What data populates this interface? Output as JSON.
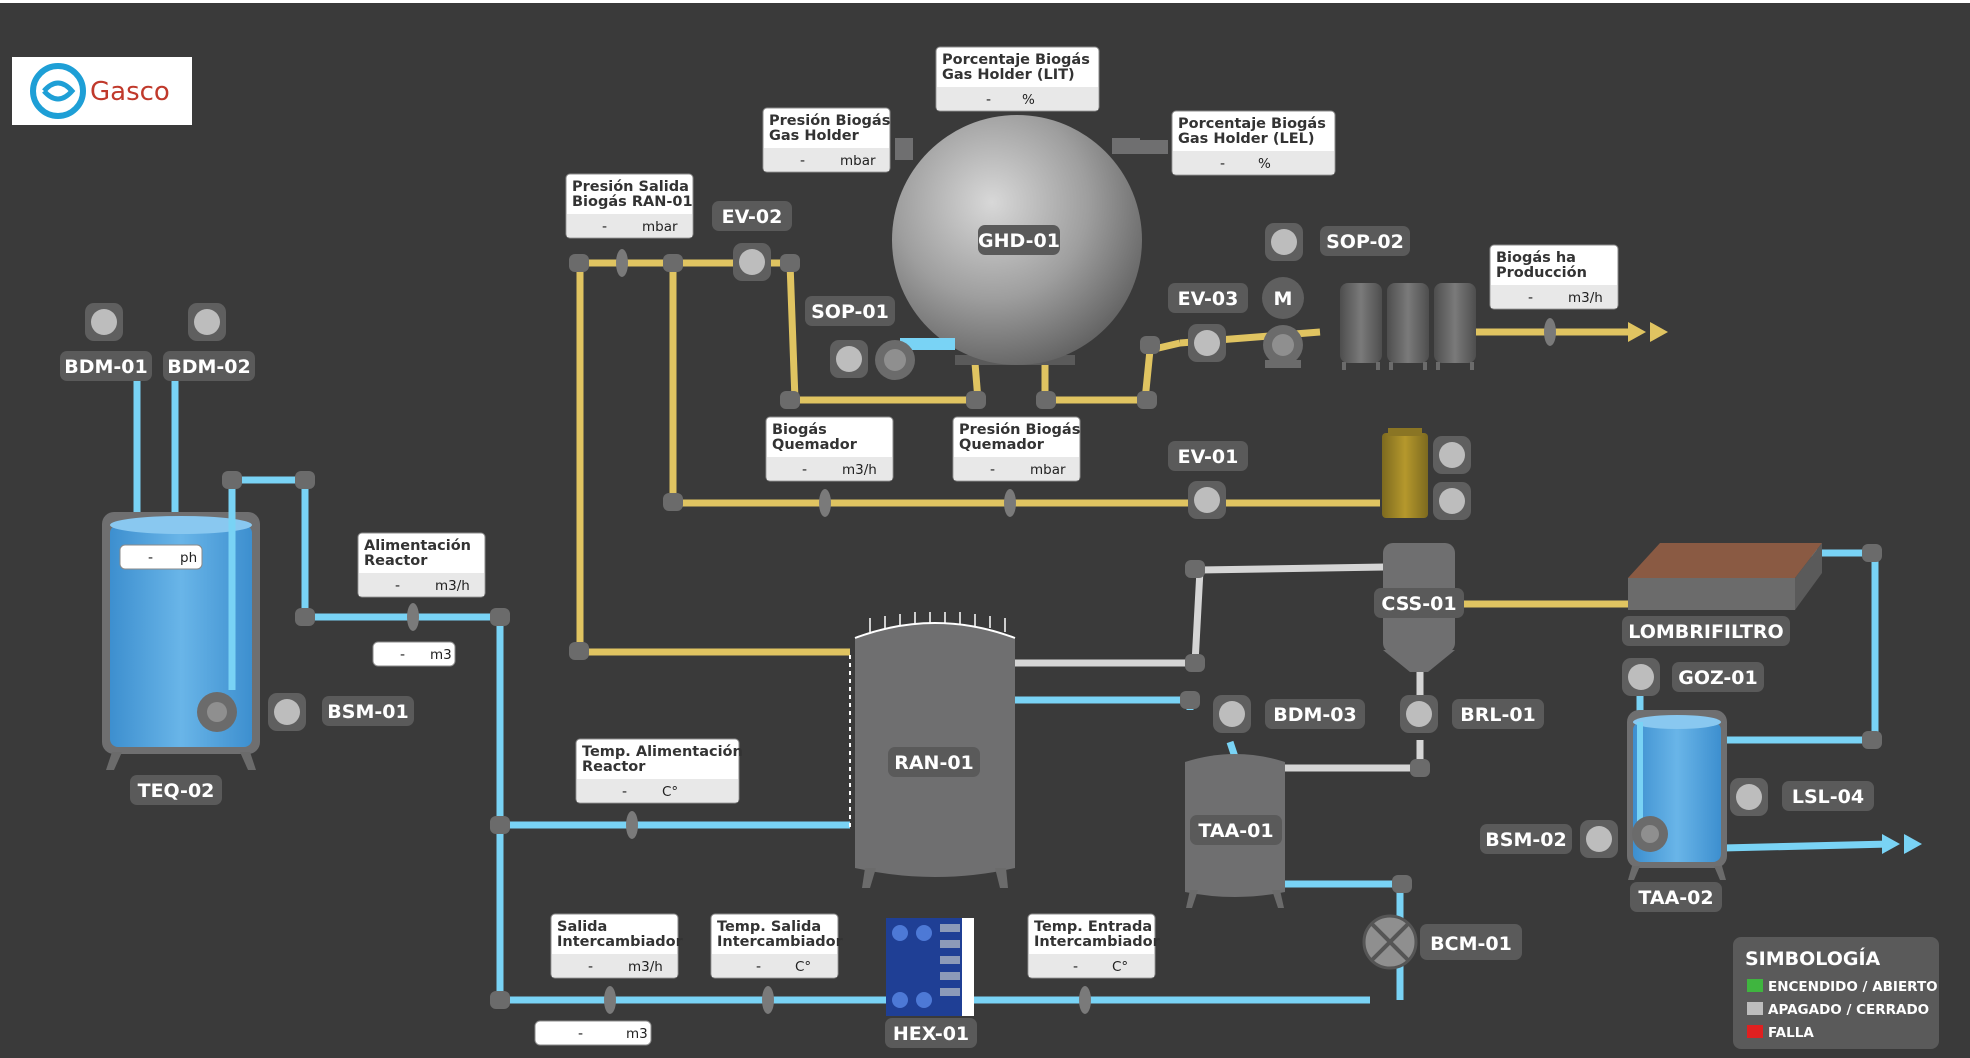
{
  "brand": {
    "name": "Gasco",
    "logo_icon": "gasco-swirl-icon",
    "color": "#1e9fd6"
  },
  "colors": {
    "background": "#3a3a3a",
    "water": "#79d3f5",
    "biogas": "#e0c461",
    "sludge": "#d5d5d5",
    "equipment": "#6b6b6b",
    "on": "#3fb53f",
    "off": "#bdbdbd",
    "fault": "#e02020"
  },
  "tags": {
    "ghd01": "GHD-01",
    "ev02": "EV-02",
    "sop01": "SOP-01",
    "ev03": "EV-03",
    "sop02": "SOP-02",
    "motor": "M",
    "ev01": "EV-01",
    "bdm01": "BDM-01",
    "bdm02": "BDM-02",
    "teq02": "TEQ-02",
    "bsm01": "BSM-01",
    "ran01": "RAN-01",
    "css01": "CSS-01",
    "lombrifiltro": "LOMBRIFILTRO",
    "goz01": "GOZ-01",
    "bdm03": "BDM-03",
    "brl01": "BRL-01",
    "taa01": "TAA-01",
    "lsl04": "LSL-04",
    "bsm02": "BSM-02",
    "taa02": "TAA-02",
    "bcm01": "BCM-01",
    "hex01": "HEX-01"
  },
  "readouts": {
    "porc_lit": {
      "title1": "Porcentaje Biogás",
      "title2": "Gas Holder (LIT)",
      "value": "-",
      "unit": "%"
    },
    "pres_gh": {
      "title1": "Presión Biogás",
      "title2": "Gas Holder",
      "value": "-",
      "unit": "mbar"
    },
    "porc_lel": {
      "title1": "Porcentaje Biogás",
      "title2": "Gas Holder (LEL)",
      "value": "-",
      "unit": "%"
    },
    "pres_ran": {
      "title1": "Presión Salida",
      "title2": "Biogás RAN-01",
      "value": "-",
      "unit": "mbar"
    },
    "biogas_prod": {
      "title1": "Biogás ha",
      "title2": "Producción",
      "value": "-",
      "unit": "m3/h"
    },
    "biogas_quem": {
      "title1": "Biogás",
      "title2": "Quemador",
      "value": "-",
      "unit": "m3/h"
    },
    "pres_quem": {
      "title1": "Presión Biogás",
      "title2": "Quemador",
      "value": "-",
      "unit": "mbar"
    },
    "alim_reactor": {
      "title1": "Alimentación",
      "title2": "Reactor",
      "value": "-",
      "unit": "m3/h"
    },
    "temp_alim": {
      "title1": "Temp. Alimentación",
      "title2": "Reactor",
      "value": "-",
      "unit": "C°"
    },
    "sal_inter": {
      "title1": "Salida",
      "title2": "Intercambiador",
      "value": "-",
      "unit": "m3/h"
    },
    "temp_sal_inter": {
      "title1": "Temp. Salida",
      "title2": "Intercambiador",
      "value": "-",
      "unit": "C°"
    },
    "temp_ent_inter": {
      "title1": "Temp. Entrada",
      "title2": "Intercambiador",
      "value": "-",
      "unit": "C°"
    }
  },
  "small_readouts": {
    "teq_ph": {
      "value": "-",
      "unit": "ph"
    },
    "alim_total": {
      "value": "-",
      "unit": "m3"
    },
    "sal_total": {
      "value": "-",
      "unit": "m3"
    }
  },
  "legend": {
    "title": "SIMBOLOGÍA",
    "items": [
      {
        "label": "ENCENDIDO / ABIERTO",
        "color": "#3fb53f"
      },
      {
        "label": "APAGADO / CERRADO",
        "color": "#bdbdbd"
      },
      {
        "label": "FALLA",
        "color": "#e02020"
      }
    ]
  }
}
